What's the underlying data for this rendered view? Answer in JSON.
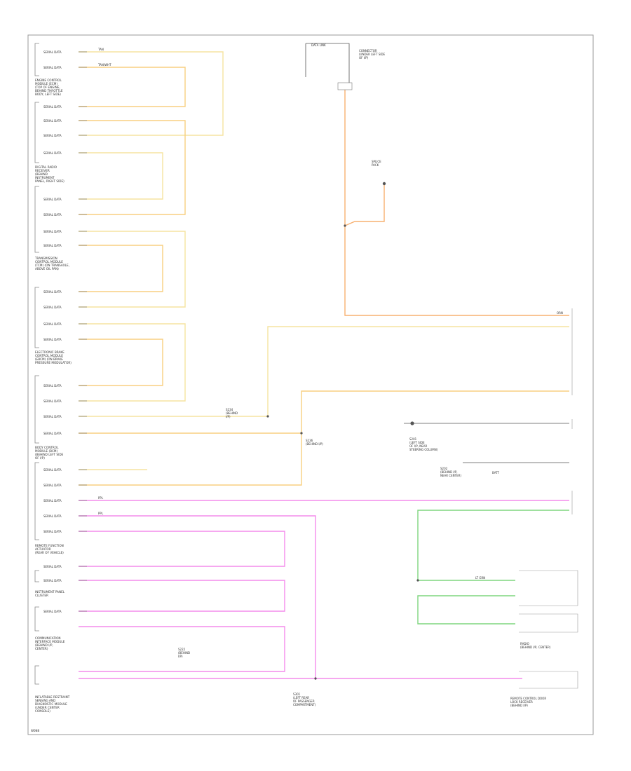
{
  "diagram": {
    "footer_id": "W0N8",
    "colors": {
      "tan": "#f6e6a6",
      "tan_white": "#f9d98a",
      "orange": "#f7b26e",
      "pink": "#f78cf0",
      "green": "#7fdc7f",
      "black": "#444444",
      "border": "#999999"
    },
    "modules": [
      {
        "id": "ecm",
        "lines": [
          "ENGINE CONTROL",
          "MODULE (ECM)",
          "(TOP OF ENGINE,",
          "BEHIND THROTTLE",
          "BODY, LEFT SIDE)"
        ]
      },
      {
        "id": "dim",
        "lines": [
          "DIGITAL RADIO",
          "RECEIVER",
          "(BEHIND",
          "INSTRUMENT",
          "PANEL, RIGHT SIDE)"
        ]
      },
      {
        "id": "tcm",
        "lines": [
          "TRANSMISSION",
          "CONTROL MODULE",
          "(TCM) (ON TRANSAXLE,",
          "ABOVE OIL PAN)"
        ]
      },
      {
        "id": "ebcm",
        "lines": [
          "ELECTRONIC BRAKE",
          "CONTROL MODULE",
          "(EBCM) (ON BRAKE",
          "PRESSURE MODULATOR)"
        ]
      },
      {
        "id": "bcm",
        "lines": [
          "BODY CONTROL",
          "MODULE (BCM)",
          "(BEHIND LEFT SIDE",
          "OF I/P)"
        ]
      },
      {
        "id": "rhcm",
        "lines": [
          "REMOTE FUNCTION",
          "ACTUATOR",
          "(REAR OF VEHICLE)"
        ]
      },
      {
        "id": "ipc",
        "lines": [
          "INSTRUMENT PANEL",
          "CLUSTER"
        ]
      },
      {
        "id": "onstar",
        "lines": [
          "COMMUNICATION",
          "INTERFACE MODULE",
          "(BEHIND I/P,",
          "CENTER)"
        ]
      },
      {
        "id": "sdm",
        "lines": [
          "INFLATABLE RESTRAINT",
          "SENSING AND",
          "DIAGNOSTIC MODULE",
          "(UNDER CENTER",
          "CONSOLE)"
        ]
      }
    ],
    "pin_labels": [
      "SERIAL DATA",
      "SERIAL DATA",
      "SERIAL DATA",
      "SERIAL DATA",
      "SERIAL DATA",
      "SERIAL DATA",
      "SERIAL DATA",
      "SERIAL DATA",
      "SERIAL DATA",
      "SERIAL DATA",
      "SERIAL DATA",
      "SERIAL DATA",
      "SERIAL DATA",
      "SERIAL DATA",
      "SERIAL DATA",
      "SERIAL DATA",
      "SERIAL DATA",
      "SERIAL DATA",
      "SERIAL DATA",
      "SERIAL DATA",
      "SERIAL DATA",
      "SERIAL DATA",
      "SERIAL DATA",
      "SERIAL DATA",
      "SERIAL DATA",
      "SERIAL DATA"
    ],
    "top_connector": {
      "title": "DATA LINK",
      "lines": [
        "CONNECTOR",
        "(UNDER LEFT SIDE",
        "OF I/P)"
      ]
    },
    "splice_label": {
      "lines": [
        "SPLICE",
        "PACK"
      ]
    },
    "right_labels": [
      {
        "id": "g1",
        "lines": [
          "S201",
          "(LEFT SIDE",
          "OF I/P, NEAR",
          "STEERING COLUMN)"
        ]
      },
      {
        "id": "g2",
        "lines": [
          "BATT"
        ]
      },
      {
        "id": "g3",
        "lines": [
          "S202",
          "(BEHIND I/P,",
          "NEAR CENTER)"
        ]
      },
      {
        "id": "g4",
        "lines": [
          "RADIO",
          "(BEHIND I/P, CENTER)"
        ]
      },
      {
        "id": "g5",
        "lines": [
          "REMOTE CONTROL DOOR",
          "LOCK RECEIVER",
          "(BEHIND I/P)"
        ]
      }
    ],
    "bottom_label": {
      "lines": [
        "S301",
        "(LEFT REAR",
        "OF PASSENGER",
        "COMPARTMENT)"
      ]
    },
    "mid_labels": [
      {
        "id": "m1",
        "lines": [
          "S234",
          "(BEHIND",
          "I/P)"
        ]
      },
      {
        "id": "m2",
        "lines": [
          "S236",
          "(BEHIND I/P)"
        ]
      },
      {
        "id": "m3",
        "lines": [
          "S222",
          "(BEHIND",
          "I/P)"
        ]
      }
    ],
    "wire_tags": [
      "TAN",
      "TAN/WHT",
      "ORN",
      "PPL",
      "PPL",
      "LT GRN"
    ]
  }
}
